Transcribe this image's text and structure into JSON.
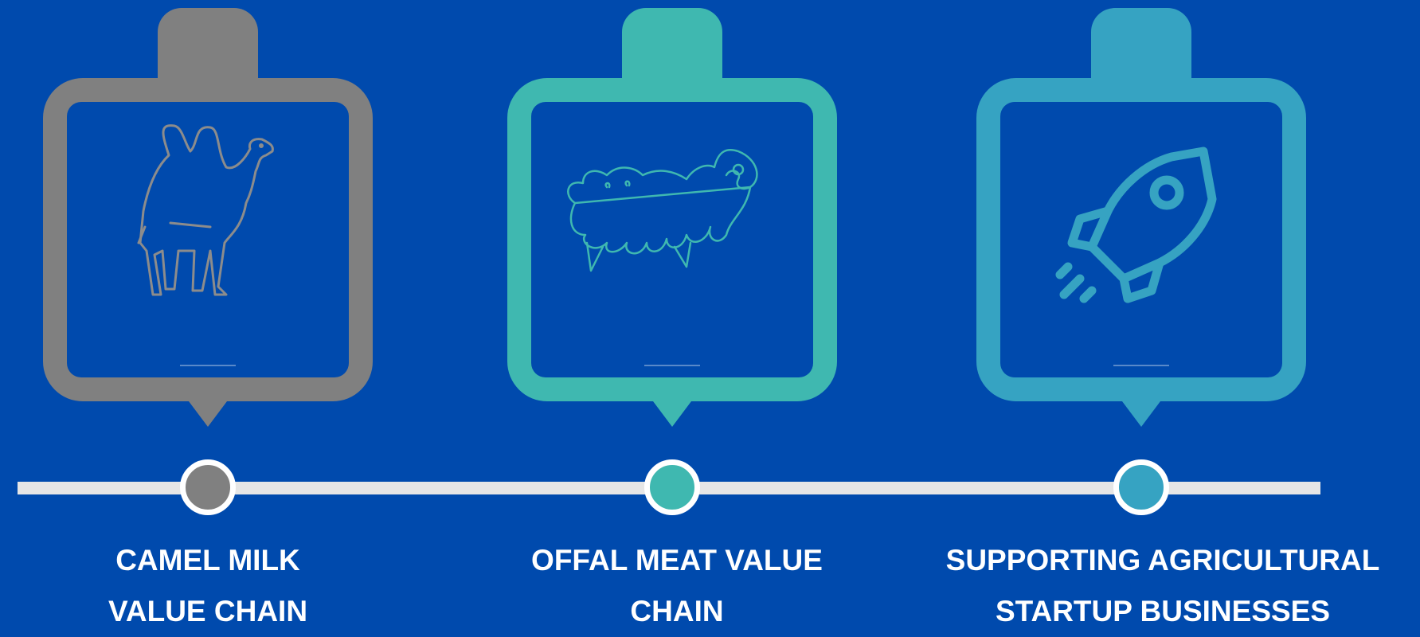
{
  "colors": {
    "background": "#004aad",
    "timeline": "#e6e6e6",
    "camel": "#808080",
    "offal": "#3fb8b0",
    "startup": "#36a3c2",
    "ring": "#ffffff"
  },
  "timeline": {
    "items": [
      {
        "icon": "camel-icon",
        "label_line1": "CAMEL MILK",
        "label_line2": "VALUE CHAIN"
      },
      {
        "icon": "sheep-icon",
        "label_line1": "OFFAL MEAT VALUE",
        "label_line2": "CHAIN"
      },
      {
        "icon": "rocket-icon",
        "label_line1": "SUPPORTING AGRICULTURAL",
        "label_line2": "STARTUP BUSINESSES"
      }
    ]
  }
}
